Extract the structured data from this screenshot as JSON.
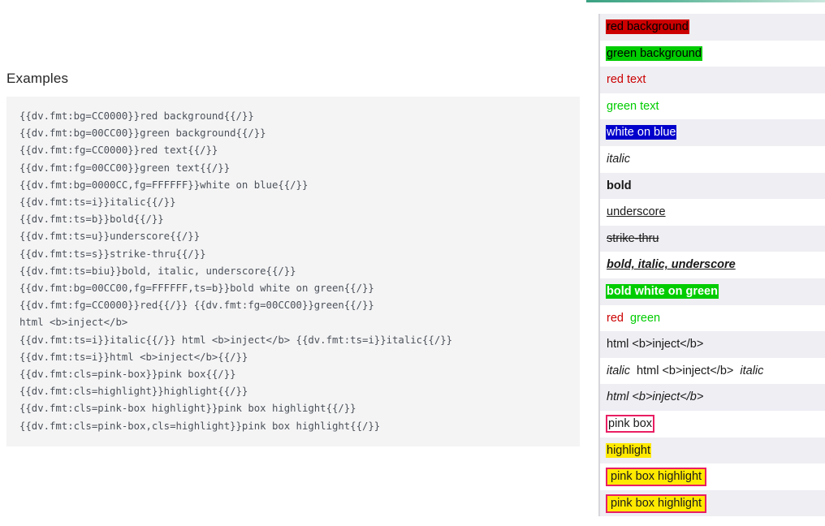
{
  "left": {
    "heading": "Examples",
    "code": "{{dv.fmt:bg=CC0000}}red background{{/}}\n{{dv.fmt:bg=00CC00}}green background{{/}}\n{{dv.fmt:fg=CC0000}}red text{{/}}\n{{dv.fmt:fg=00CC00}}green text{{/}}\n{{dv.fmt:bg=0000CC,fg=FFFFFF}}white on blue{{/}}\n{{dv.fmt:ts=i}}italic{{/}}\n{{dv.fmt:ts=b}}bold{{/}}\n{{dv.fmt:ts=u}}underscore{{/}}\n{{dv.fmt:ts=s}}strike-thru{{/}}\n{{dv.fmt:ts=biu}}bold, italic, underscore{{/}}\n{{dv.fmt:bg=00CC00,fg=FFFFFF,ts=b}}bold white on green{{/}}\n{{dv.fmt:fg=CC0000}}red{{/}} {{dv.fmt:fg=00CC00}}green{{/}}\nhtml <b>inject</b>\n{{dv.fmt:ts=i}}italic{{/}} html <b>inject</b> {{dv.fmt:ts=i}}italic{{/}}\n{{dv.fmt:ts=i}}html <b>inject</b>{{/}}\n{{dv.fmt:cls=pink-box}}pink box{{/}}\n{{dv.fmt:cls=highlight}}highlight{{/}}\n{{dv.fmt:cls=pink-box highlight}}pink box highlight{{/}}\n{{dv.fmt:cls=pink-box,cls=highlight}}pink box highlight{{/}}"
  },
  "right": {
    "rows": [
      {
        "id": "red-background",
        "text": "red background"
      },
      {
        "id": "green-background",
        "text": "green background"
      },
      {
        "id": "red-text",
        "text": "red text"
      },
      {
        "id": "green-text",
        "text": "green text"
      },
      {
        "id": "white-on-blue",
        "text": "white on blue"
      },
      {
        "id": "italic",
        "text": "italic"
      },
      {
        "id": "bold",
        "text": "bold"
      },
      {
        "id": "underscore",
        "text": "underscore"
      },
      {
        "id": "strike-thru",
        "text": "strike-thru"
      },
      {
        "id": "bold-italic-underscore",
        "text": "bold, italic, underscore"
      },
      {
        "id": "bold-white-on-green",
        "text": "bold white on green"
      },
      {
        "id": "red-green",
        "text_red": "red",
        "text_green": "green"
      },
      {
        "id": "html-inject",
        "text": "html <b>inject</b>"
      },
      {
        "id": "italic-html-inject-italic",
        "text_pre": "italic",
        "text_mid": "html <b>inject</b>",
        "text_post": "italic"
      },
      {
        "id": "italic-html-inject",
        "text": "html <b>inject</b>"
      },
      {
        "id": "pink-box",
        "text": "pink box"
      },
      {
        "id": "highlight",
        "text": "highlight"
      },
      {
        "id": "pink-box-highlight-1",
        "text": "pink box highlight"
      },
      {
        "id": "pink-box-highlight-2",
        "text": "pink box highlight"
      }
    ]
  },
  "colors": {
    "red": "#CC0000",
    "green": "#00CC00",
    "blue": "#0000CC",
    "white": "#FFFFFF",
    "pink_box_border": "#e91e63",
    "highlight": "#FFE900",
    "row_stripe": "#eeeef3",
    "code_bg": "#f4f4f5",
    "accent_rule": "#3aa181"
  }
}
